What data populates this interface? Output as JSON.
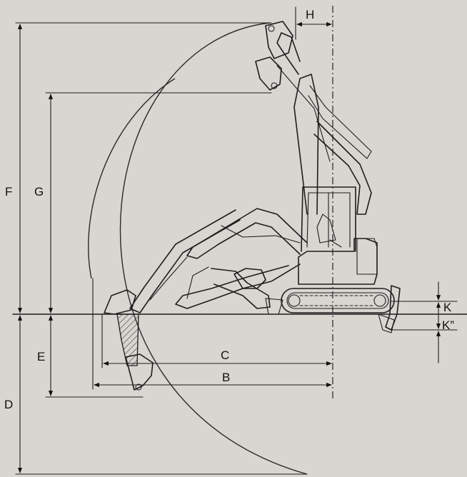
{
  "labels": {
    "F": "F",
    "G": "G",
    "H": "H",
    "E": "E",
    "D": "D",
    "C": "C",
    "B": "B",
    "K": "K",
    "K2": "K”"
  }
}
